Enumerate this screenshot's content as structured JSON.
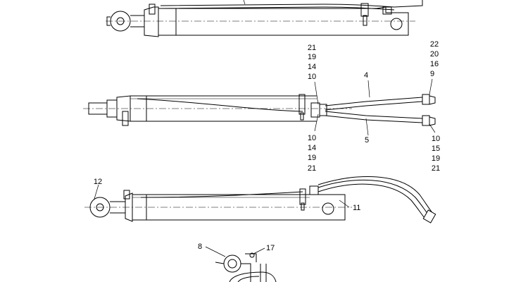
{
  "callouts": {
    "top_group": [
      "21",
      "19",
      "14",
      "10"
    ],
    "hose_upper": "4",
    "right_top_group": [
      "22",
      "20",
      "16",
      "9"
    ],
    "bottom_left_group": [
      "10",
      "14",
      "19",
      "21"
    ],
    "hose_lower": "5",
    "right_bottom_group": [
      "10",
      "15",
      "19",
      "21"
    ],
    "rod_eye": "12",
    "clamp_ref": "11",
    "detail_left": "8",
    "detail_right": "17"
  }
}
